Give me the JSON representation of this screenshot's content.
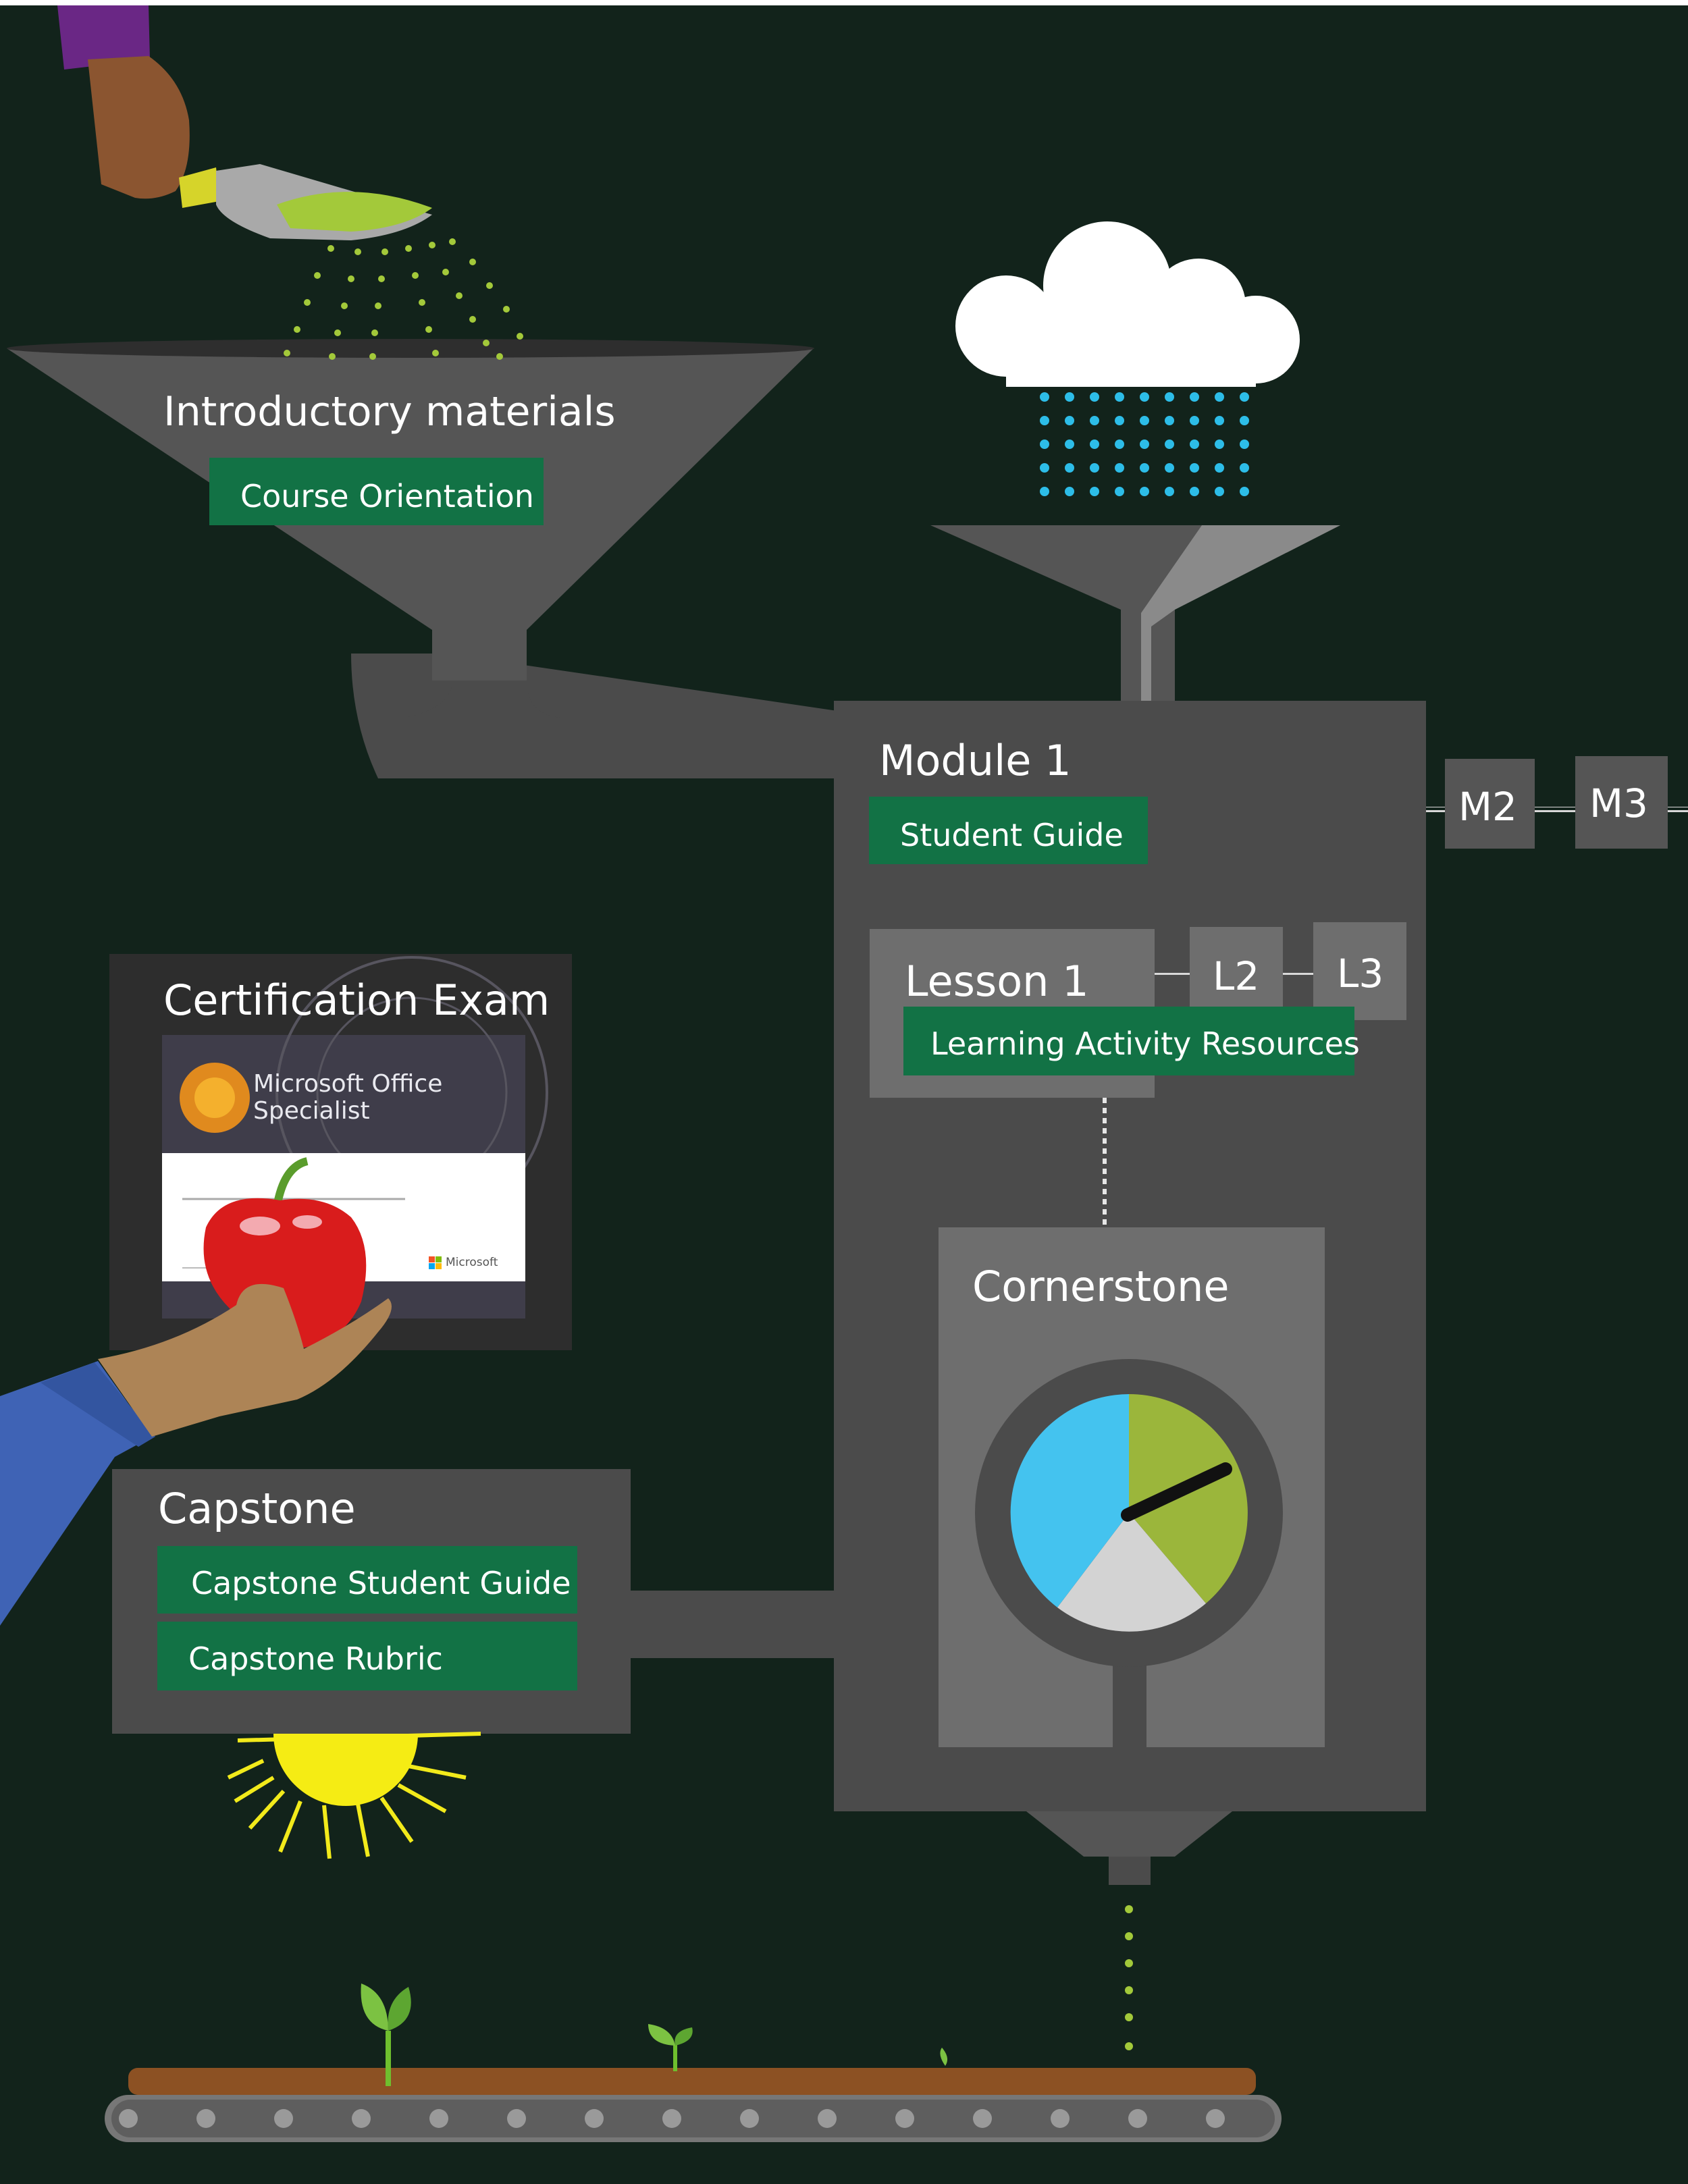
{
  "intro": {
    "title": "Introductory materials",
    "resource": "Course Orientation"
  },
  "module": {
    "title": "Module 1",
    "resource": "Student Guide",
    "next_modules": [
      "M2",
      "M3"
    ]
  },
  "lesson": {
    "title": "Lesson 1",
    "resource": "Learning Activity Resources",
    "next_lessons": [
      "L2",
      "L3"
    ]
  },
  "cornerstone": {
    "title": "Cornerstone"
  },
  "certification": {
    "title": "Certification Exam",
    "certificate_brand_line1": "Microsoft Office",
    "certificate_brand_line2": "Specialist",
    "certificate_logo": "Microsoft"
  },
  "capstone": {
    "title": "Capstone",
    "resources": [
      "Capstone Student Guide",
      "Capstone Rubric"
    ]
  },
  "colors": {
    "background": "#12231b",
    "machine_gray": "#4b4b4b",
    "resource_green": "#127245",
    "seed_green": "#a3c93a",
    "rain_blue": "#2dbde8",
    "sun_yellow": "#f2ea1b",
    "pepper_red": "#d91c1c"
  },
  "icons": [
    "hand-icon",
    "trowel-icon",
    "cloud-icon",
    "sun-icon",
    "pepper-icon",
    "sprout-icon",
    "gauge-icon",
    "conveyor-belt-icon"
  ]
}
